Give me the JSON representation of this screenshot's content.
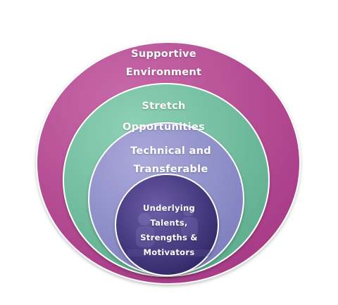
{
  "diagram": {
    "rings": [
      {
        "id": "supportive-environment",
        "lines": [
          "Supportive",
          "Environment"
        ],
        "color": "#b54a93"
      },
      {
        "id": "stretch-opportunities",
        "lines": [
          "Stretch",
          "Opportunities"
        ],
        "color": "#6fbf9f"
      },
      {
        "id": "technical-transferable",
        "lines": [
          "Technical and",
          "Transferable"
        ],
        "color": "#8f8fcb"
      },
      {
        "id": "underlying-talents",
        "lines": [
          "Underlying",
          "Talents,",
          "Strengths &",
          "Motivators"
        ],
        "color": "#4a3f85"
      }
    ]
  }
}
